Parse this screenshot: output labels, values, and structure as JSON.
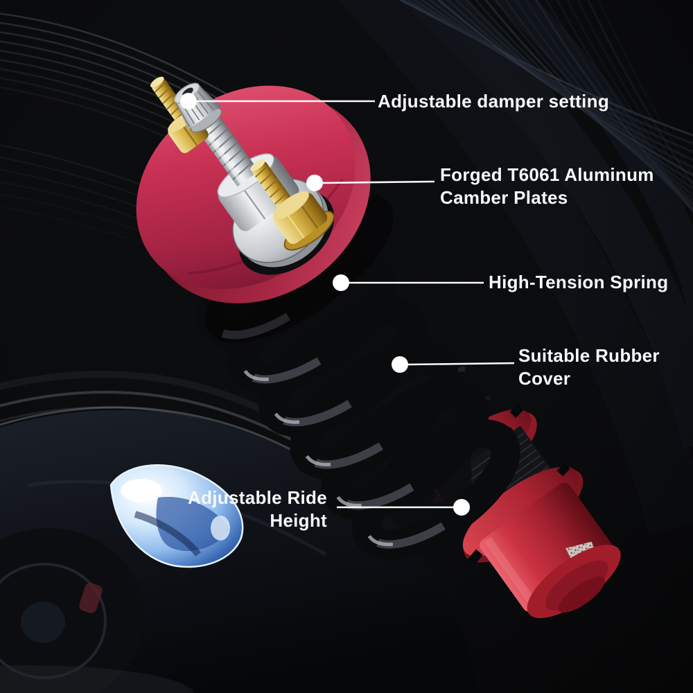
{
  "scene": {
    "description": "Coilover suspension product photo with feature callouts over a dark car background",
    "background_color": "#07080a",
    "accent_red": "#c22a4e",
    "body_red": "#c93140",
    "gold": "#c9a23a",
    "text_color": "#f7f8f9",
    "line_color": "#ffffff"
  },
  "callouts": [
    {
      "id": "damper-setting",
      "label": "Adjustable damper setting"
    },
    {
      "id": "camber-plates",
      "label": "Forged T6061 Aluminum\nCamber Plates"
    },
    {
      "id": "high-tension-spring",
      "label": "High-Tension Spring"
    },
    {
      "id": "rubber-cover",
      "label": "Suitable Rubber\nCover"
    },
    {
      "id": "ride-height",
      "label": "Adjustable Ride\nHeight"
    }
  ]
}
